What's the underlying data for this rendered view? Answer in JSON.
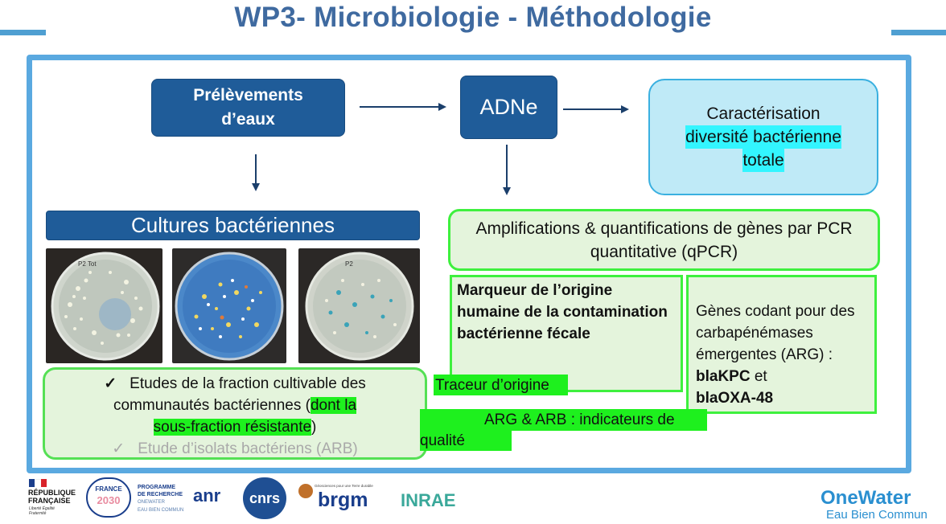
{
  "title": "WP3- Microbiologie - Méthodologie",
  "flow": {
    "prelevements": "Prélèvements d’eaux",
    "adne": "ADNe",
    "caracterisation_line1": "Caractérisation",
    "caracterisation_line2": "diversité bactérienne",
    "caracterisation_line3": "totale",
    "cultures": "Cultures bactériennes",
    "amplifications": "Amplifications & quantifications de gènes par PCR quantitative (qPCR)",
    "marqueur": "Marqueur de l’origine humaine de la contamination bactérienne fécale",
    "genes_intro": "Gènes codant pour des carbapénémases émergentes (ARG) :",
    "gene_kpc": "blaKPC",
    "genes_et": "et",
    "gene_oxa": "blaOXA-48",
    "traceur": "Traceur d’origine",
    "arg_arb_line1": "ARG & ARB : indicateurs de",
    "arg_arb_line2": "qualité"
  },
  "etudes": {
    "check1": "✓",
    "line1": "Etudes de la fraction cultivable des",
    "line2a": "communautés bactériennes (",
    "line2b": "dont la",
    "line3a": "sous-fraction résistante",
    "line3b": ")",
    "check2": "✓",
    "line4": "Etude d’isolats bactériens (ARB)"
  },
  "plates": {
    "plate1_label": "P2 Tot",
    "plate3_label": "P2"
  },
  "logos": {
    "rf_line1": "RÉPUBLIQUE",
    "rf_line2": "FRANÇAISE",
    "rf_motto": "Liberté Égalité Fraternité",
    "france2030_a": "FRANCE",
    "france2030_b": "2030",
    "programme_l1": "PROGRAMME",
    "programme_l2": "DE RECHERCHE",
    "programme_l3": "ONEWATER",
    "programme_l4": "EAU BIEN COMMUN",
    "anr": "anr",
    "cnrs": "cnrs",
    "brgm_tag": "Géosciences pour une Terre durable",
    "brgm": "brgm",
    "inrae": "INRAE",
    "onewater": "OneWater",
    "onewater_sub": "Eau Bien Commun"
  },
  "colors": {
    "title": "#3f6aa0",
    "navy": "#1f5c99",
    "frame": "#5aa9e0",
    "green_highlight": "#1ef01e",
    "cyan_highlight": "#33f5ff"
  }
}
